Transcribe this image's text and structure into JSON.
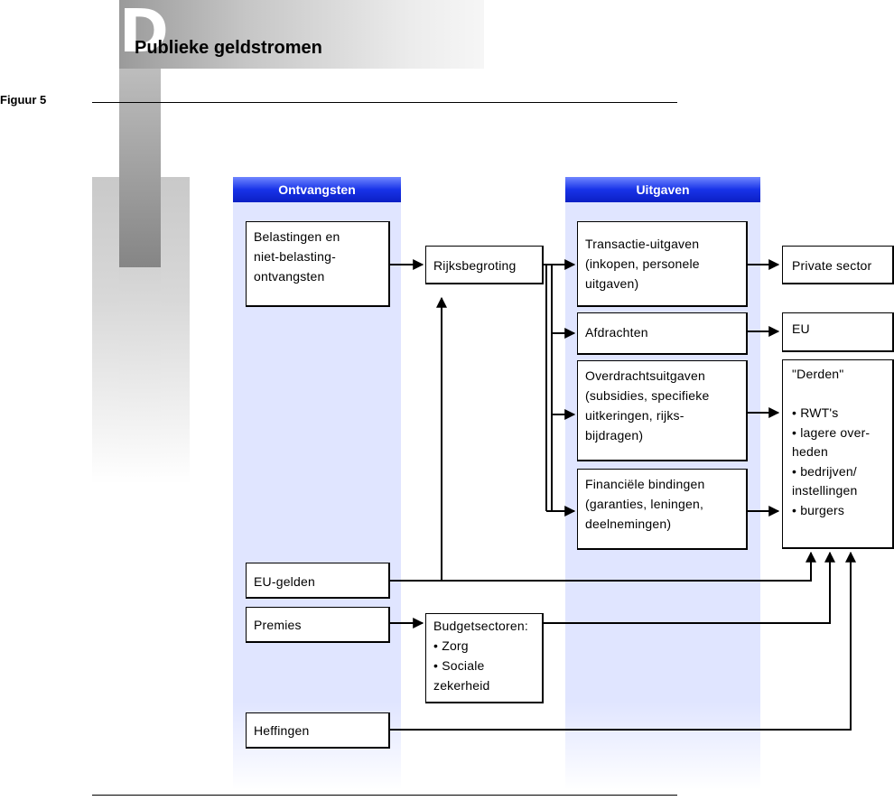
{
  "header": {
    "letter": "D",
    "title": "Publieke geldstromen",
    "figure_label": "Figuur 5"
  },
  "diagram": {
    "columns": {
      "income": "Ontvangsten",
      "expenses": "Uitgaven"
    },
    "nodes": {
      "taxes": "Belastingen en\nniet-belasting-\nontvangsten",
      "budget": "Rijksbegroting",
      "transaction": "Transactie-uitgaven\n(inkopen, personele\nuitgaven)",
      "remittances": "Afdrachten",
      "transfer": "Overdrachtsuitgaven\n(subsidies, specifieke\nuitkeringen, rijks-\nbijdragen)",
      "financial": "Financiële bindingen\n(garanties, leningen,\ndeelnemingen)",
      "private": "Private sector",
      "eu": "EU",
      "third": "\"Derden\"\n\n• RWT's\n• lagere over-\n   heden\n• bedrijven/\n   instellingen\n• burgers",
      "eu_funds": "EU-gelden",
      "premiums": "Premies",
      "sectors": "Budgetsectoren:\n• Zorg\n• Sociale\n   zekerheid",
      "levies": "Heffingen"
    }
  }
}
